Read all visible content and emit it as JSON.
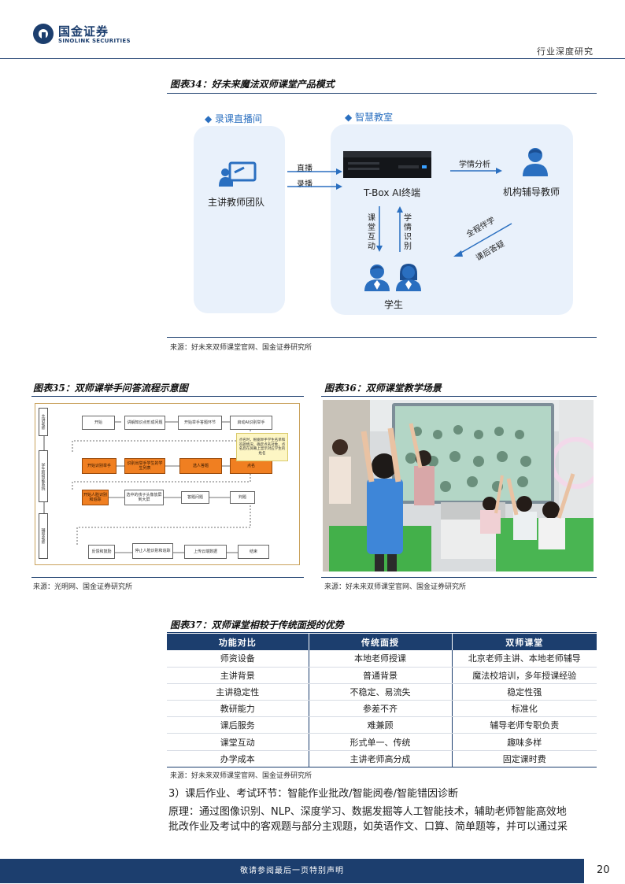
{
  "header": {
    "logo_cn": "国金证券",
    "logo_en": "SINOLINK SECURITIES",
    "report_type": "行业深度研究"
  },
  "fig34": {
    "title": "图表34：好未来魔法双师课堂产品模式",
    "left_label": "◆ 录课直播间",
    "right_label": "◆ 智慧教室",
    "teacher_team": "主讲教师团队",
    "live": "直播",
    "recorded": "录播",
    "terminal": "T-Box AI终端",
    "learning_analysis": "学情分析",
    "tutor": "机构辅导教师",
    "class_interaction": "课堂互动",
    "learning_recognition": "学情识别",
    "full_companion": "全程伴学",
    "after_class_qa": "课后答疑",
    "students": "学生",
    "source": "来源：好未来双师课堂官网、国金证券研究所"
  },
  "fig35": {
    "title": "图表35：双师课举手问答流程示意图",
    "source": "来源：光明网、国金证券研究所",
    "lanes": [
      "主讲老师",
      "学生和智能系统",
      "辅导老师"
    ],
    "row1": [
      "开始",
      "讲解知识点形成问题",
      "开始举手答题环节",
      "启动AI识别举手"
    ],
    "row2": [
      "开始识别举手",
      "识别出举手学生的学生列表",
      "选人答题",
      "点名"
    ],
    "note": "点名时，根据举手学生名单和答题情况，确定点名对象，点名后在屏幕上显示对应学生的姓名",
    "row3": [
      "开始人脸识别和追踪",
      "选中的孩子头像放屏到大屏",
      "答题问题",
      "判题"
    ],
    "row4": [
      "反馈和鼓励",
      "停止人脸识别和追踪",
      "上传云端数据",
      "结束"
    ]
  },
  "fig36": {
    "title": "图表36：双师课堂教学场景",
    "source": "来源：好未来双师课堂官网、国金证券研究所"
  },
  "table37": {
    "title": "图表37：双师课堂相较于传统面授的优势",
    "headers": [
      "功能对比",
      "传统面授",
      "双师课堂"
    ],
    "rows": [
      [
        "师资设备",
        "本地老师授课",
        "北京老师主讲、本地老师辅导"
      ],
      [
        "主讲背景",
        "普通背景",
        "魔法校培训，多年授课经验"
      ],
      [
        "主讲稳定性",
        "不稳定、易流失",
        "稳定性强"
      ],
      [
        "教研能力",
        "参差不齐",
        "标准化"
      ],
      [
        "课后服务",
        "难兼顾",
        "辅导老师专职负责"
      ],
      [
        "课堂互动",
        "形式单一、传统",
        "趣味多样"
      ],
      [
        "办学成本",
        "主讲老师高分成",
        "固定课时费"
      ]
    ],
    "source": "来源：好未来双师课堂官网、国金证券研究所"
  },
  "body": {
    "heading": "3）课后作业、考试环节：智能作业批改/智能阅卷/智能错因诊断",
    "line1": "原理：通过图像识别、NLP、深度学习、数据发掘等人工智能技术，辅助老师智能高效地",
    "line2": "批改作业及考试中的客观题与部分主观题，如英语作文、口算、简单题等，并可以通过采"
  },
  "footer": {
    "disclaimer": "敬请参阅最后一页特别声明",
    "page": "20"
  },
  "colors": {
    "brand_navy": "#1c3e6e",
    "accent_blue": "#2a6fc0",
    "flow_orange": "#f07f21",
    "panel_bg": "#e9f1fb"
  }
}
